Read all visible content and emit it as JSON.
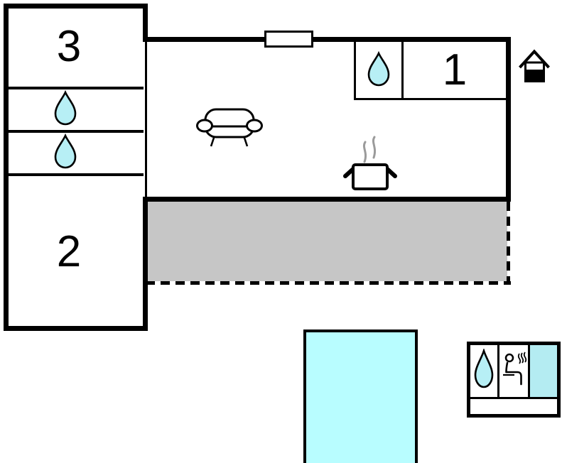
{
  "plan": {
    "type": "apartment-floor-plan",
    "rooms": {
      "room1_label": "1",
      "room2_label": "2",
      "room3_label": "3"
    },
    "colors": {
      "wall": "#000000",
      "water": "#b7eff5",
      "pool": "#b8fdff",
      "terrace": "#c6c6c6",
      "steam": "#9b9b9b",
      "spa_cell": "#b4ecf2"
    },
    "icons": {
      "water_drop": "teardrop",
      "sofa": "sofa-outline",
      "stove": "cooking-pot-with-steam",
      "entrance": "house",
      "sauna": "person-in-sauna-with-steam",
      "window": "wall-window-opening"
    }
  }
}
